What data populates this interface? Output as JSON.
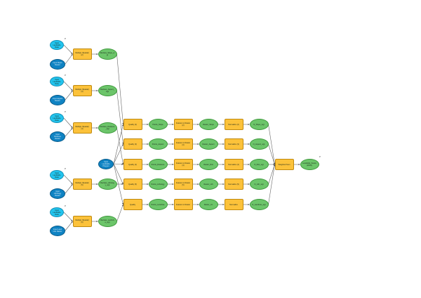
{
  "input_tags": [
    "P",
    "P",
    "P",
    "P",
    "P"
  ],
  "final_tag": "P",
  "nodes": [
    {
      "id": "in_l1",
      "type": "input-light",
      "label": "Input Landslide Data"
    },
    {
      "id": "in_d1",
      "type": "input-dark",
      "label": "Input Slope Raster"
    },
    {
      "id": "in_l2",
      "type": "input-light",
      "label": "Input Landslide Data"
    },
    {
      "id": "in_d2",
      "type": "input-dark",
      "label": "Input Aspect Raster"
    },
    {
      "id": "in_l3",
      "type": "input-light",
      "label": "Input Landslide Data"
    },
    {
      "id": "in_d3",
      "type": "input-dark",
      "label": "Input Distance Raster"
    },
    {
      "id": "in_mid",
      "type": "input-dark",
      "label": "Input Landslide Polygon"
    },
    {
      "id": "in_l4",
      "type": "input-light",
      "label": "Input Landslide Data"
    },
    {
      "id": "in_d4",
      "type": "input-dark",
      "label": "Input Lithology Raster"
    },
    {
      "id": "in_l5",
      "type": "input-light",
      "label": "Input Landslide Data"
    },
    {
      "id": "in_d5",
      "type": "input-dark",
      "label": "Input Land Use Raster"
    },
    {
      "id": "ms1",
      "type": "tool",
      "label": "Multiply (Spatial) (2)"
    },
    {
      "id": "ms2",
      "type": "tool",
      "label": "Multiply (Spatial) (3)"
    },
    {
      "id": "ms3",
      "type": "tool",
      "label": "Multiply (Spatial) (4)"
    },
    {
      "id": "ms4",
      "type": "tool",
      "label": "Multiply (Spatial) (5)"
    },
    {
      "id": "ms5",
      "type": "tool",
      "label": "Multiply (Spatial) (6)"
    },
    {
      "id": "o1",
      "type": "output",
      "label": "Reclass_Slope_wgt"
    },
    {
      "id": "o2",
      "type": "output",
      "label": "Reclass_Aspect_wgt"
    },
    {
      "id": "o3",
      "type": "output",
      "label": "Reclass_Distance_wgt"
    },
    {
      "id": "o4",
      "type": "output",
      "label": "Reclass_Lithology_wgt"
    },
    {
      "id": "o5",
      "type": "output",
      "label": "Reclass_LandUse_wgt"
    },
    {
      "id": "q1",
      "type": "tool",
      "label": "Quality (2)"
    },
    {
      "id": "q2",
      "type": "tool",
      "label": "Quality (3)"
    },
    {
      "id": "q3",
      "type": "tool",
      "label": "Quality (4)"
    },
    {
      "id": "q4",
      "type": "tool",
      "label": "Quality (5)"
    },
    {
      "id": "q5",
      "type": "tool",
      "label": "Quality"
    },
    {
      "id": "p1",
      "type": "output",
      "label": "Points_Slope"
    },
    {
      "id": "p2",
      "type": "output",
      "label": "Points_Aspect"
    },
    {
      "id": "p3",
      "type": "output",
      "label": "Points_Distance"
    },
    {
      "id": "p4",
      "type": "output",
      "label": "Points_Lithology"
    },
    {
      "id": "p5",
      "type": "output",
      "label": "Points_LandUse"
    },
    {
      "id": "t1",
      "type": "tool",
      "label": "Feature to Raster (2)"
    },
    {
      "id": "t2",
      "type": "tool",
      "label": "Feature to Raster (3)"
    },
    {
      "id": "t3",
      "type": "tool",
      "label": "Feature to Raster (4)"
    },
    {
      "id": "t4",
      "type": "tool",
      "label": "Feature to Raster (5)"
    },
    {
      "id": "t5",
      "type": "tool",
      "label": "Feature to Raster"
    },
    {
      "id": "r1",
      "type": "output",
      "label": "Raster_Slope"
    },
    {
      "id": "r2",
      "type": "output",
      "label": "Raster_Aspect"
    },
    {
      "id": "r3",
      "type": "output",
      "label": "Raster_Dist"
    },
    {
      "id": "r4",
      "type": "output",
      "label": "Raster_Lith"
    },
    {
      "id": "r5",
      "type": "output",
      "label": "Raster_LU"
    },
    {
      "id": "n1",
      "type": "tool",
      "label": "Normalize (2)"
    },
    {
      "id": "n2",
      "type": "tool",
      "label": "Normalize (3)"
    },
    {
      "id": "n3",
      "type": "tool",
      "label": "Normalize (4)"
    },
    {
      "id": "n4",
      "type": "tool",
      "label": "Normalize (5)"
    },
    {
      "id": "n5",
      "type": "tool",
      "label": "Normalize"
    },
    {
      "id": "f1",
      "type": "output",
      "label": "N_Slope_wgt"
    },
    {
      "id": "f2",
      "type": "output",
      "label": "N_Aspect_wgt"
    },
    {
      "id": "f3",
      "type": "output",
      "label": "N_Dist_wgt"
    },
    {
      "id": "f4",
      "type": "output",
      "label": "N_Lith_wgt"
    },
    {
      "id": "f5",
      "type": "output",
      "label": "N_LandUse_wgt"
    },
    {
      "id": "ws",
      "type": "tool",
      "label": "Weighted Sum"
    },
    {
      "id": "final",
      "type": "output",
      "label": "Landslide_Susceptibility"
    }
  ],
  "edges": [
    [
      "in_l1",
      "ms1"
    ],
    [
      "in_d1",
      "ms1"
    ],
    [
      "ms1",
      "o1"
    ],
    [
      "in_l2",
      "ms2"
    ],
    [
      "in_d2",
      "ms2"
    ],
    [
      "ms2",
      "o2"
    ],
    [
      "in_l3",
      "ms3"
    ],
    [
      "in_d3",
      "ms3"
    ],
    [
      "ms3",
      "o3"
    ],
    [
      "in_l4",
      "ms4"
    ],
    [
      "in_d4",
      "ms4"
    ],
    [
      "ms4",
      "o4"
    ],
    [
      "in_l5",
      "ms5"
    ],
    [
      "in_d5",
      "ms5"
    ],
    [
      "ms5",
      "o5"
    ],
    [
      "o1",
      "q1"
    ],
    [
      "o2",
      "q2"
    ],
    [
      "o3",
      "q3"
    ],
    [
      "o4",
      "q4"
    ],
    [
      "o5",
      "q5"
    ],
    [
      "in_mid",
      "q1"
    ],
    [
      "in_mid",
      "q2"
    ],
    [
      "in_mid",
      "q3"
    ],
    [
      "in_mid",
      "q4"
    ],
    [
      "in_mid",
      "q5"
    ],
    [
      "q1",
      "p1"
    ],
    [
      "q2",
      "p2"
    ],
    [
      "q3",
      "p3"
    ],
    [
      "q4",
      "p4"
    ],
    [
      "q5",
      "p5"
    ],
    [
      "p1",
      "t1"
    ],
    [
      "p2",
      "t2"
    ],
    [
      "p3",
      "t3"
    ],
    [
      "p4",
      "t4"
    ],
    [
      "p5",
      "t5"
    ],
    [
      "t1",
      "r1"
    ],
    [
      "t2",
      "r2"
    ],
    [
      "t3",
      "r3"
    ],
    [
      "t4",
      "r4"
    ],
    [
      "t5",
      "r5"
    ],
    [
      "r1",
      "n1"
    ],
    [
      "r2",
      "n2"
    ],
    [
      "r3",
      "n3"
    ],
    [
      "r4",
      "n4"
    ],
    [
      "r5",
      "n5"
    ],
    [
      "n1",
      "f1"
    ],
    [
      "n2",
      "f2"
    ],
    [
      "n3",
      "f3"
    ],
    [
      "n4",
      "f4"
    ],
    [
      "n5",
      "f5"
    ],
    [
      "f1",
      "ws"
    ],
    [
      "f2",
      "ws"
    ],
    [
      "f3",
      "ws"
    ],
    [
      "f4",
      "ws"
    ],
    [
      "f5",
      "ws"
    ],
    [
      "ws",
      "final"
    ]
  ]
}
